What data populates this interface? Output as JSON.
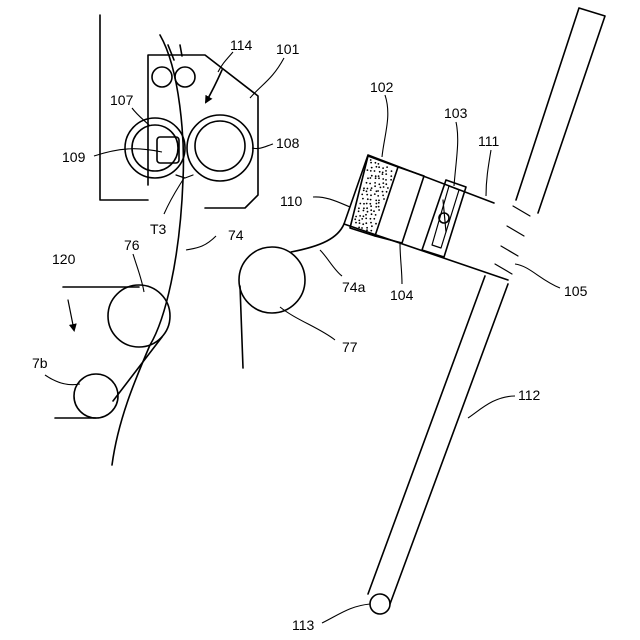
{
  "labels": {
    "l101": "101",
    "l102": "102",
    "l103": "103",
    "l104": "104",
    "l105": "105",
    "l107": "107",
    "l108": "108",
    "l109": "109",
    "l110": "110",
    "l111": "111",
    "l112": "112",
    "l113": "113",
    "l114": "114",
    "l120": "120",
    "l74": "74",
    "l74a": "74a",
    "l76": "76",
    "l77": "77",
    "l7b": "7b",
    "lT3": "T3"
  }
}
